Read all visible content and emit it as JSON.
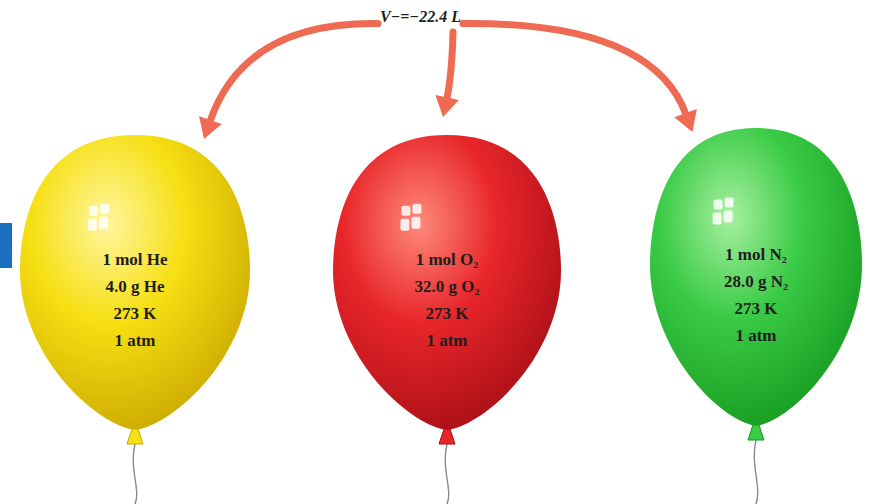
{
  "diagram": {
    "nodes": [
      {
        "text": [
          "V−=−22.4 L"
        ]
      },
      {
        "text": [
          "1 mol He",
          "4.0 g He",
          "273 K",
          "1 atm"
        ]
      },
      {
        "text": [
          "1 mol O₂",
          "32.0 g O₂",
          "273 K",
          "1 atm"
        ]
      },
      {
        "text": [
          "1 mol N₂",
          "28.0 g N₂",
          "273 K",
          "1 atm"
        ]
      }
    ],
    "edges": [
      {
        "from": 0,
        "to": 1,
        "arrow": "to"
      },
      {
        "from": 0,
        "to": 2,
        "arrow": "to"
      },
      {
        "from": 0,
        "to": 3,
        "arrow": "to"
      }
    ]
  }
}
